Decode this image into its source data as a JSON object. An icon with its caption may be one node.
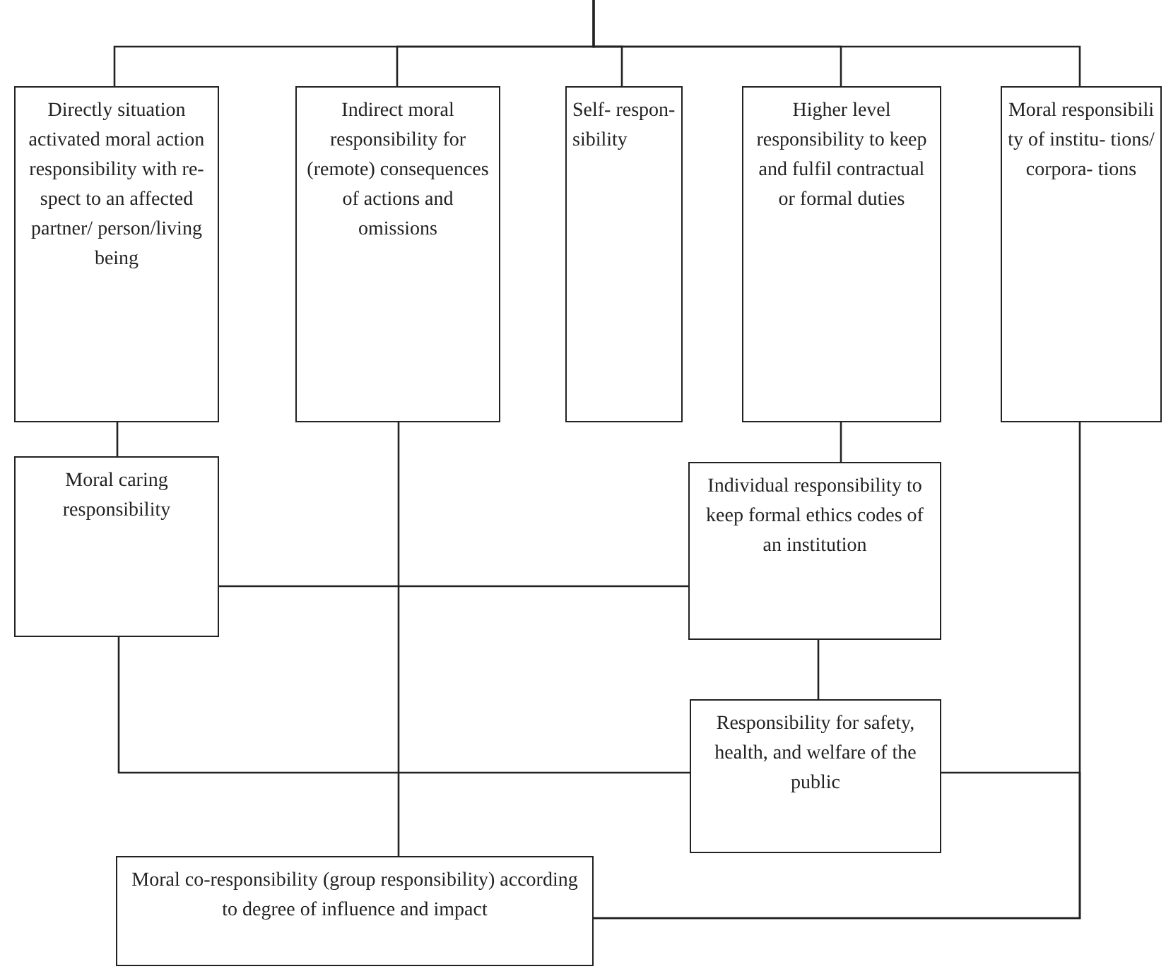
{
  "diagram": {
    "nodes": [
      {
        "text": [
          "Directly situation activated moral action responsibility with re-spect to an affected partner/ person/living being"
        ]
      },
      {
        "text": [
          "Indirect moral responsibility for (remote) consequences of actions and omissions"
        ]
      },
      {
        "text": [
          "Self- respon- sibility"
        ]
      },
      {
        "text": [
          "Higher level responsibility to keep and fulfil contractual or formal duties"
        ]
      },
      {
        "text": [
          "Moral responsibili ty of institu- tions/ corpora- tions"
        ]
      },
      {
        "text": [
          "Moral caring responsibility"
        ]
      },
      {
        "text": [
          "Individual responsibility to keep formal ethics codes of an institution"
        ]
      },
      {
        "text": [
          "Responsibility for safety, health, and welfare of the public"
        ]
      },
      {
        "text": [
          "Moral co-responsibility (group responsibility) according to degree of influence and impact"
        ]
      }
    ],
    "edges": [
      {
        "from": null,
        "to": 0,
        "arrow": "none"
      },
      {
        "from": null,
        "to": 1,
        "arrow": "none"
      },
      {
        "from": null,
        "to": 2,
        "arrow": "none"
      },
      {
        "from": null,
        "to": 3,
        "arrow": "none"
      },
      {
        "from": null,
        "to": 4,
        "arrow": "none"
      },
      {
        "from": 0,
        "to": 5,
        "arrow": "none"
      },
      {
        "from": 3,
        "to": 6,
        "arrow": "none"
      },
      {
        "from": 1,
        "to": 8,
        "arrow": "none"
      },
      {
        "from": 5,
        "to": 6,
        "arrow": "none"
      },
      {
        "from": 5,
        "to": 7,
        "arrow": "none"
      },
      {
        "from": 6,
        "to": 7,
        "arrow": "none"
      },
      {
        "from": 4,
        "to": 8,
        "arrow": "none"
      },
      {
        "from": 7,
        "to": 8,
        "arrow": "none"
      }
    ]
  }
}
